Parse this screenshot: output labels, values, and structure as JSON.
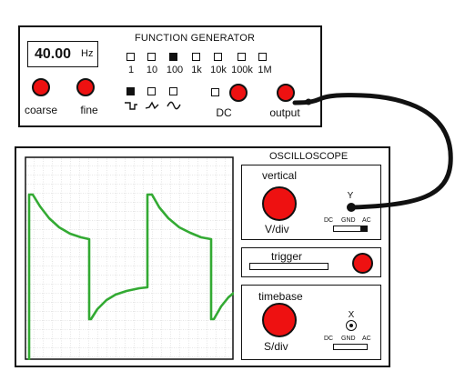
{
  "function_generator": {
    "title": "FUNCTION GENERATOR",
    "frequency_value": "40.00",
    "frequency_unit": "Hz",
    "coarse_label": "coarse",
    "fine_label": "fine",
    "range_labels": [
      "1",
      "10",
      "100",
      "1k",
      "10k",
      "100k",
      "1M"
    ],
    "selected_range": "100",
    "waveforms": [
      "square",
      "triangle",
      "sine"
    ],
    "selected_waveform": "square",
    "dc_label": "DC",
    "output_label": "output"
  },
  "oscilloscope": {
    "title": "OSCILLOSCOPE",
    "vertical": {
      "title": "vertical",
      "knob_label": "V/div",
      "input_label": "Y",
      "coupling": [
        "DC",
        "GND",
        "AC"
      ],
      "selected_coupling": "AC"
    },
    "trigger": {
      "title": "trigger"
    },
    "timebase": {
      "title": "timebase",
      "knob_label": "S/div",
      "input_label": "X",
      "coupling": [
        "DC",
        "GND",
        "AC"
      ]
    }
  },
  "colors": {
    "knob": "#ee1111",
    "trace": "#33aa33",
    "grid": "#888888"
  }
}
